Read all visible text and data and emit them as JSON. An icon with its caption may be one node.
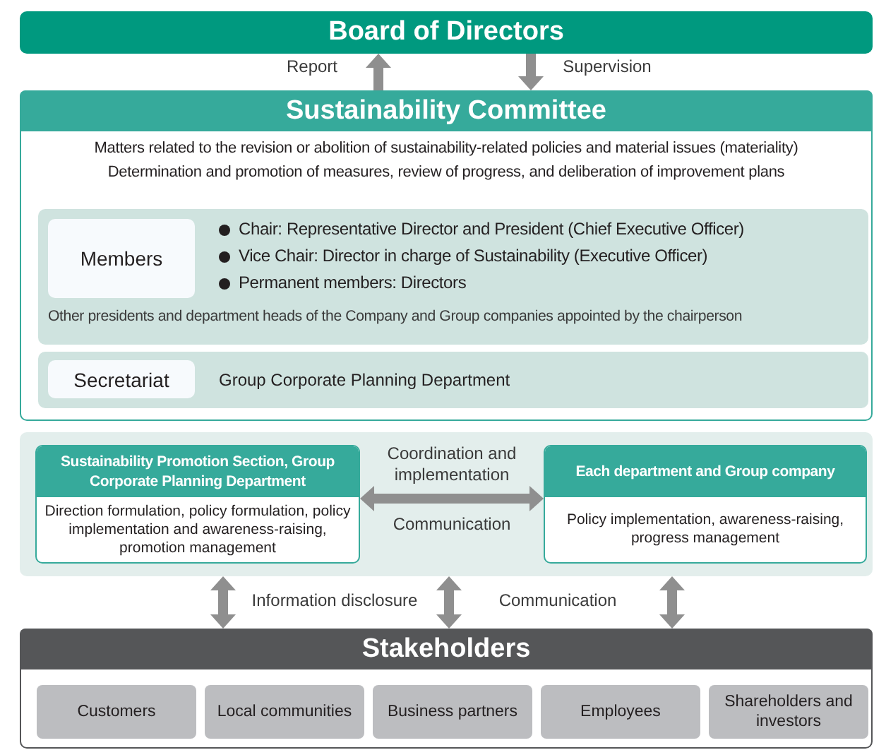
{
  "diagram": {
    "nodes": [
      {
        "text": [
          "Board of Directors"
        ]
      },
      {
        "text": [
          "Sustainability Committee",
          "Matters related to the revision or abolition of sustainability-related policies and material issues (materiality)",
          "Determination and promotion of measures, review of progress, and deliberation of improvement plans"
        ]
      },
      {
        "text": [
          "Chair: Representative Director and President (Chief Executive Officer)",
          "Vice Chair: Director in charge of Sustainability (Executive Officer)",
          "Permanent members: Directors",
          "Other presidents and department heads of the Company and Group companies appointed by the chairperson"
        ],
        "in": 1
      },
      {
        "text": [
          "Members"
        ],
        "in": 2
      },
      {
        "text": [
          "Group Corporate Planning Department"
        ],
        "in": 1
      },
      {
        "text": [
          "Secretariat"
        ],
        "in": 4
      },
      {
        "text": [],
        "shape": "box"
      },
      {
        "text": [
          "Sustainability Promotion Section, Group Corporate Planning Department",
          "Direction formulation, policy formulation, policy implementation and awareness-raising, promotion management"
        ],
        "in": 6
      },
      {
        "text": [
          "Each department and Group company",
          "Policy implementation, awareness-raising, progress management"
        ],
        "in": 6
      },
      {
        "text": [
          "Stakeholders"
        ]
      },
      {
        "text": [
          "Customers"
        ],
        "in": 9
      },
      {
        "text": [
          "Local communities"
        ],
        "in": 9
      },
      {
        "text": [
          "Business partners"
        ],
        "in": 9
      },
      {
        "text": [
          "Employees"
        ],
        "in": 9
      },
      {
        "text": [
          "Shareholders and investors"
        ],
        "in": 9
      }
    ],
    "edges": [
      {
        "from": 1,
        "to": 0,
        "arrow": "to",
        "label": "Report"
      },
      {
        "from": 0,
        "to": 1,
        "arrow": "to",
        "label": "Supervision"
      },
      {
        "from": 7,
        "to": 8,
        "arrow": "both",
        "label": "Coordination and implementation"
      },
      {
        "from": 6,
        "to": 9,
        "arrow": "both"
      },
      {
        "from": 6,
        "to": 9,
        "arrow": "both"
      },
      {
        "from": 6,
        "to": 9,
        "arrow": "both"
      }
    ],
    "labels": [
      "Communication",
      "Information disclosure",
      "Communication"
    ]
  }
}
